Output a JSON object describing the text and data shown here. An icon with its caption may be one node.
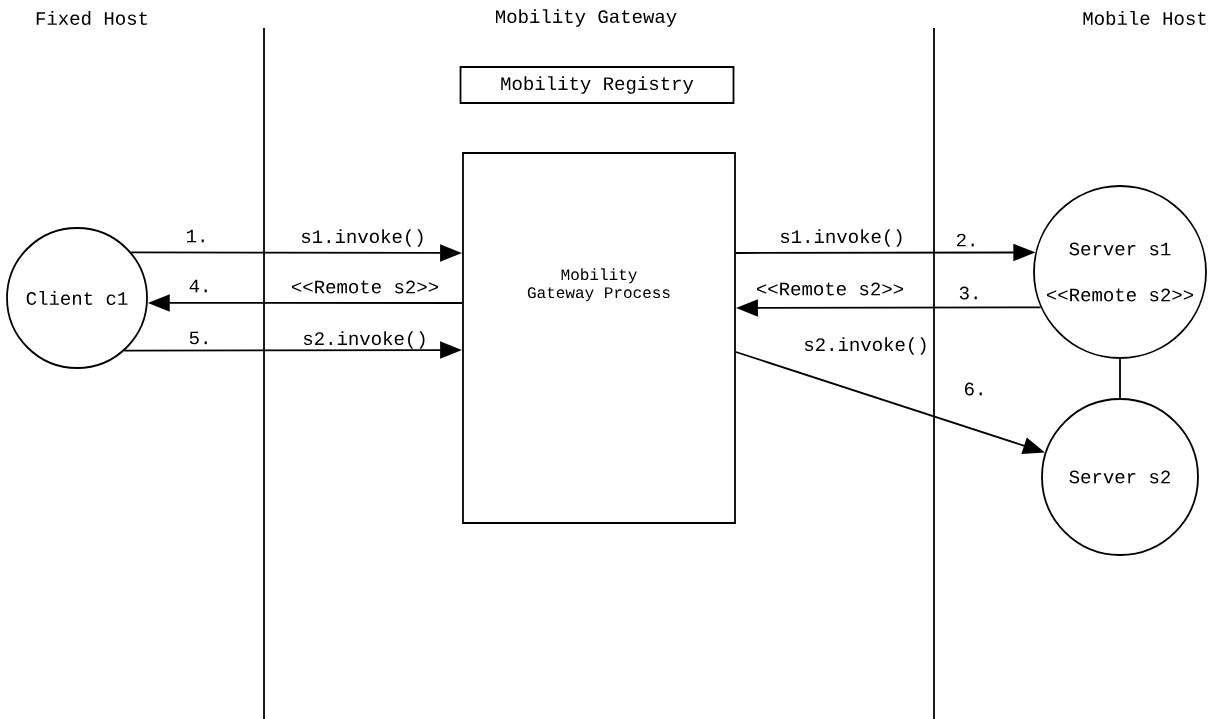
{
  "diagram": {
    "nodes": [
      {
        "text": [
          "Client c1"
        ]
      },
      {
        "text": [
          "Mobility Registry"
        ]
      },
      {
        "text": [
          "Mobility Gateway Process"
        ]
      },
      {
        "text": [
          "Server s1",
          "<<Remote s2>>"
        ]
      },
      {
        "text": [
          "Server s2"
        ]
      }
    ],
    "edges": [
      {
        "from": 0,
        "to": 2,
        "arrow": "to",
        "label": "s1.invoke()"
      },
      {
        "from": 2,
        "to": 0,
        "arrow": "to",
        "label": "<<Remote s2>>"
      },
      {
        "from": 0,
        "to": 2,
        "arrow": "to",
        "label": "s2.invoke()"
      },
      {
        "from": 2,
        "to": 3,
        "arrow": "to",
        "label": "s1.invoke()"
      },
      {
        "from": 3,
        "to": 2,
        "arrow": "to",
        "label": "<<Remote s2>>"
      },
      {
        "from": 2,
        "to": 4,
        "arrow": "to",
        "label": "s2.invoke()"
      },
      {
        "from": 3,
        "to": 4,
        "arrow": "none"
      }
    ],
    "labels": [
      "Fixed Host",
      "Mobility Gateway",
      "Mobile Host",
      "1.",
      "4.",
      "5.",
      "2.",
      "3.",
      "6."
    ]
  }
}
